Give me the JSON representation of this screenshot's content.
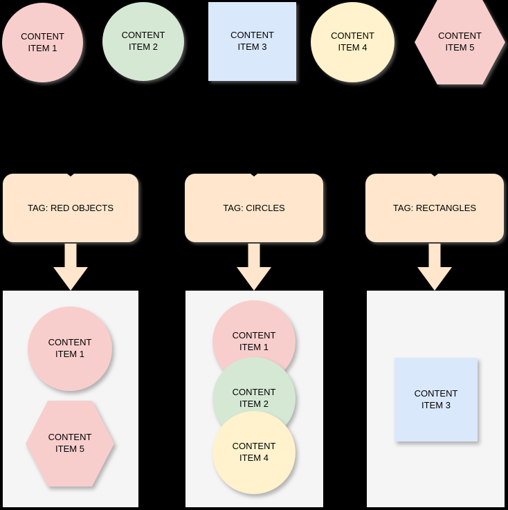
{
  "top_row": {
    "items": [
      {
        "label": "CONTENT ITEM 1",
        "shape": "circle",
        "fill": "#F8CECC"
      },
      {
        "label": "CONTENT ITEM 2",
        "shape": "circle",
        "fill": "#D5E8D4"
      },
      {
        "label": "CONTENT ITEM 3",
        "shape": "rectangle",
        "fill": "#DAE8FC"
      },
      {
        "label": "CONTENT ITEM 4",
        "shape": "circle",
        "fill": "#FFF2CC"
      },
      {
        "label": "CONTENT ITEM 5",
        "shape": "hexagon",
        "fill": "#F8CECC"
      }
    ]
  },
  "tags": [
    {
      "label": "TAG: RED OBJECTS"
    },
    {
      "label": "TAG: CIRCLES"
    },
    {
      "label": "TAG: RECTANGLES"
    }
  ],
  "groups": [
    {
      "tag_label": "TAG: RED OBJECTS",
      "items": [
        {
          "label": "CONTENT ITEM 1",
          "shape": "circle",
          "fill": "#F8CECC"
        },
        {
          "label": "CONTENT ITEM 5",
          "shape": "hexagon",
          "fill": "#F8CECC"
        }
      ]
    },
    {
      "tag_label": "TAG: CIRCLES",
      "items": [
        {
          "label": "CONTENT ITEM 1",
          "shape": "circle",
          "fill": "#F8CECC"
        },
        {
          "label": "CONTENT ITEM 2",
          "shape": "circle",
          "fill": "#D5E8D4"
        },
        {
          "label": "CONTENT ITEM 4",
          "shape": "circle",
          "fill": "#FFF2CC"
        }
      ]
    },
    {
      "tag_label": "TAG: RECTANGLES",
      "items": [
        {
          "label": "CONTENT ITEM 3",
          "shape": "rectangle",
          "fill": "#DAE8FC"
        }
      ]
    }
  ],
  "colors": {
    "background": "#000000",
    "tag_fill": "#FFE6CC",
    "arrow_fill": "#FFE6CC",
    "container_fill": "#F5F5F5",
    "red": "#F8CECC",
    "green": "#D5E8D4",
    "blue": "#DAE8FC",
    "yellow": "#FFF2CC",
    "text": "#000000"
  }
}
